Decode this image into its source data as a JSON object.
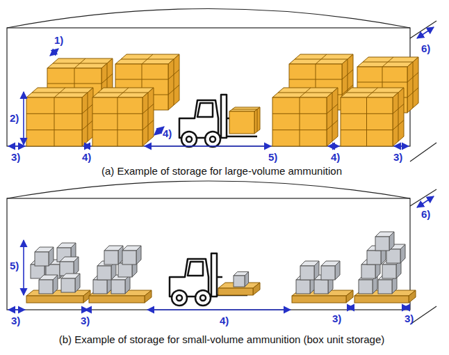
{
  "diagram": {
    "labels": [
      "1)",
      "6)",
      "2)",
      "4)",
      "3)",
      "4)",
      "5)",
      "4)",
      "3)",
      "(a) Example of storage for large-volume ammunition",
      "6)",
      "5)",
      "3)",
      "3)",
      "4)",
      "3)",
      "3)",
      "(b) Example of storage for small-volume ammunition (box unit storage)"
    ]
  }
}
